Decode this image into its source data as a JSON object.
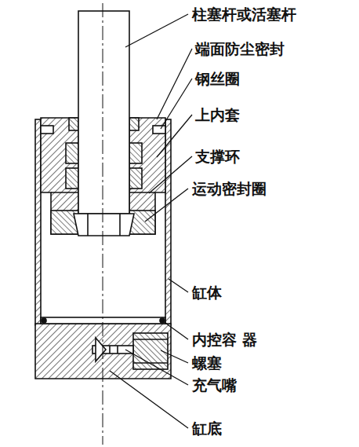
{
  "diagram": {
    "labels": [
      "柱塞杆或活塞杆",
      "端面防尘密封",
      "钢丝圈",
      "上内套",
      "支撑环",
      "运动密封圈",
      "缸体",
      "内控容 器",
      "螺塞",
      "充气嘴",
      "缸底"
    ]
  }
}
